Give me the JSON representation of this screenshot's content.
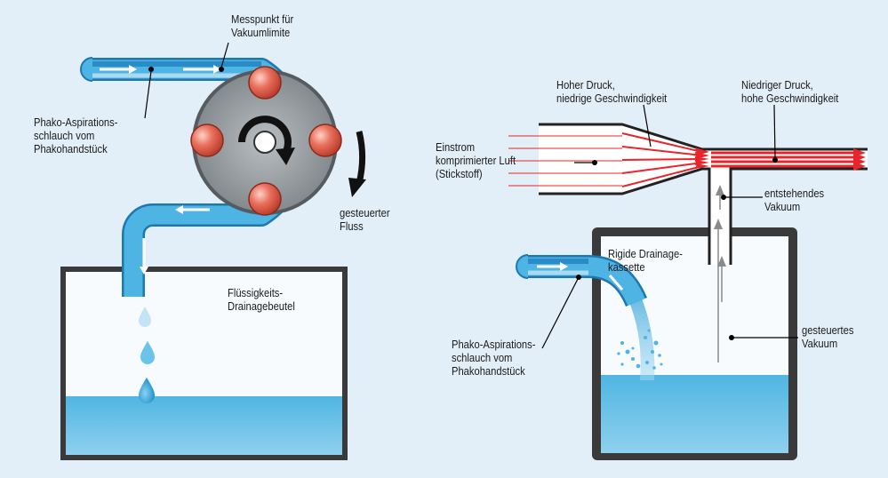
{
  "left_diagram": {
    "measure_point": "Messpunkt für\nVakuumlimite",
    "aspiration_tube": "Phako-Aspirations-\nschlauch vom\nPhakohandstück",
    "controlled_flow": "gesteuerter\nFluss",
    "drain_bag": "Flüssigkeits-\nDrainagebeutel"
  },
  "right_diagram": {
    "high_pressure": "Hoher Druck,\nniedrige Geschwindigkeit",
    "low_pressure": "Niedriger Druck,\nhohe Geschwindigkeit",
    "inflow": "Einstrom\nkomprimierter Luft\n(Stickstoff)",
    "resulting_vacuum": "entstehendes\nVakuum",
    "rigid_cassette": "Rigide Drainage-\nkassette",
    "controlled_vacuum": "gesteuertes\nVakuum",
    "aspiration_tube": "Phako-Aspirations-\nschlauch vom\nPhakohandstück"
  },
  "colors": {
    "background": "#e3eff8",
    "tube": "#3aa6d8",
    "fluid": "#5fbde4",
    "roller": "#e0604a",
    "pump_body": "#8f9599",
    "air_arrow": "#e8252a"
  },
  "icons": [
    "rotation-arrow-icon",
    "flow-direction-arrow-icon",
    "water-drop-icon"
  ]
}
